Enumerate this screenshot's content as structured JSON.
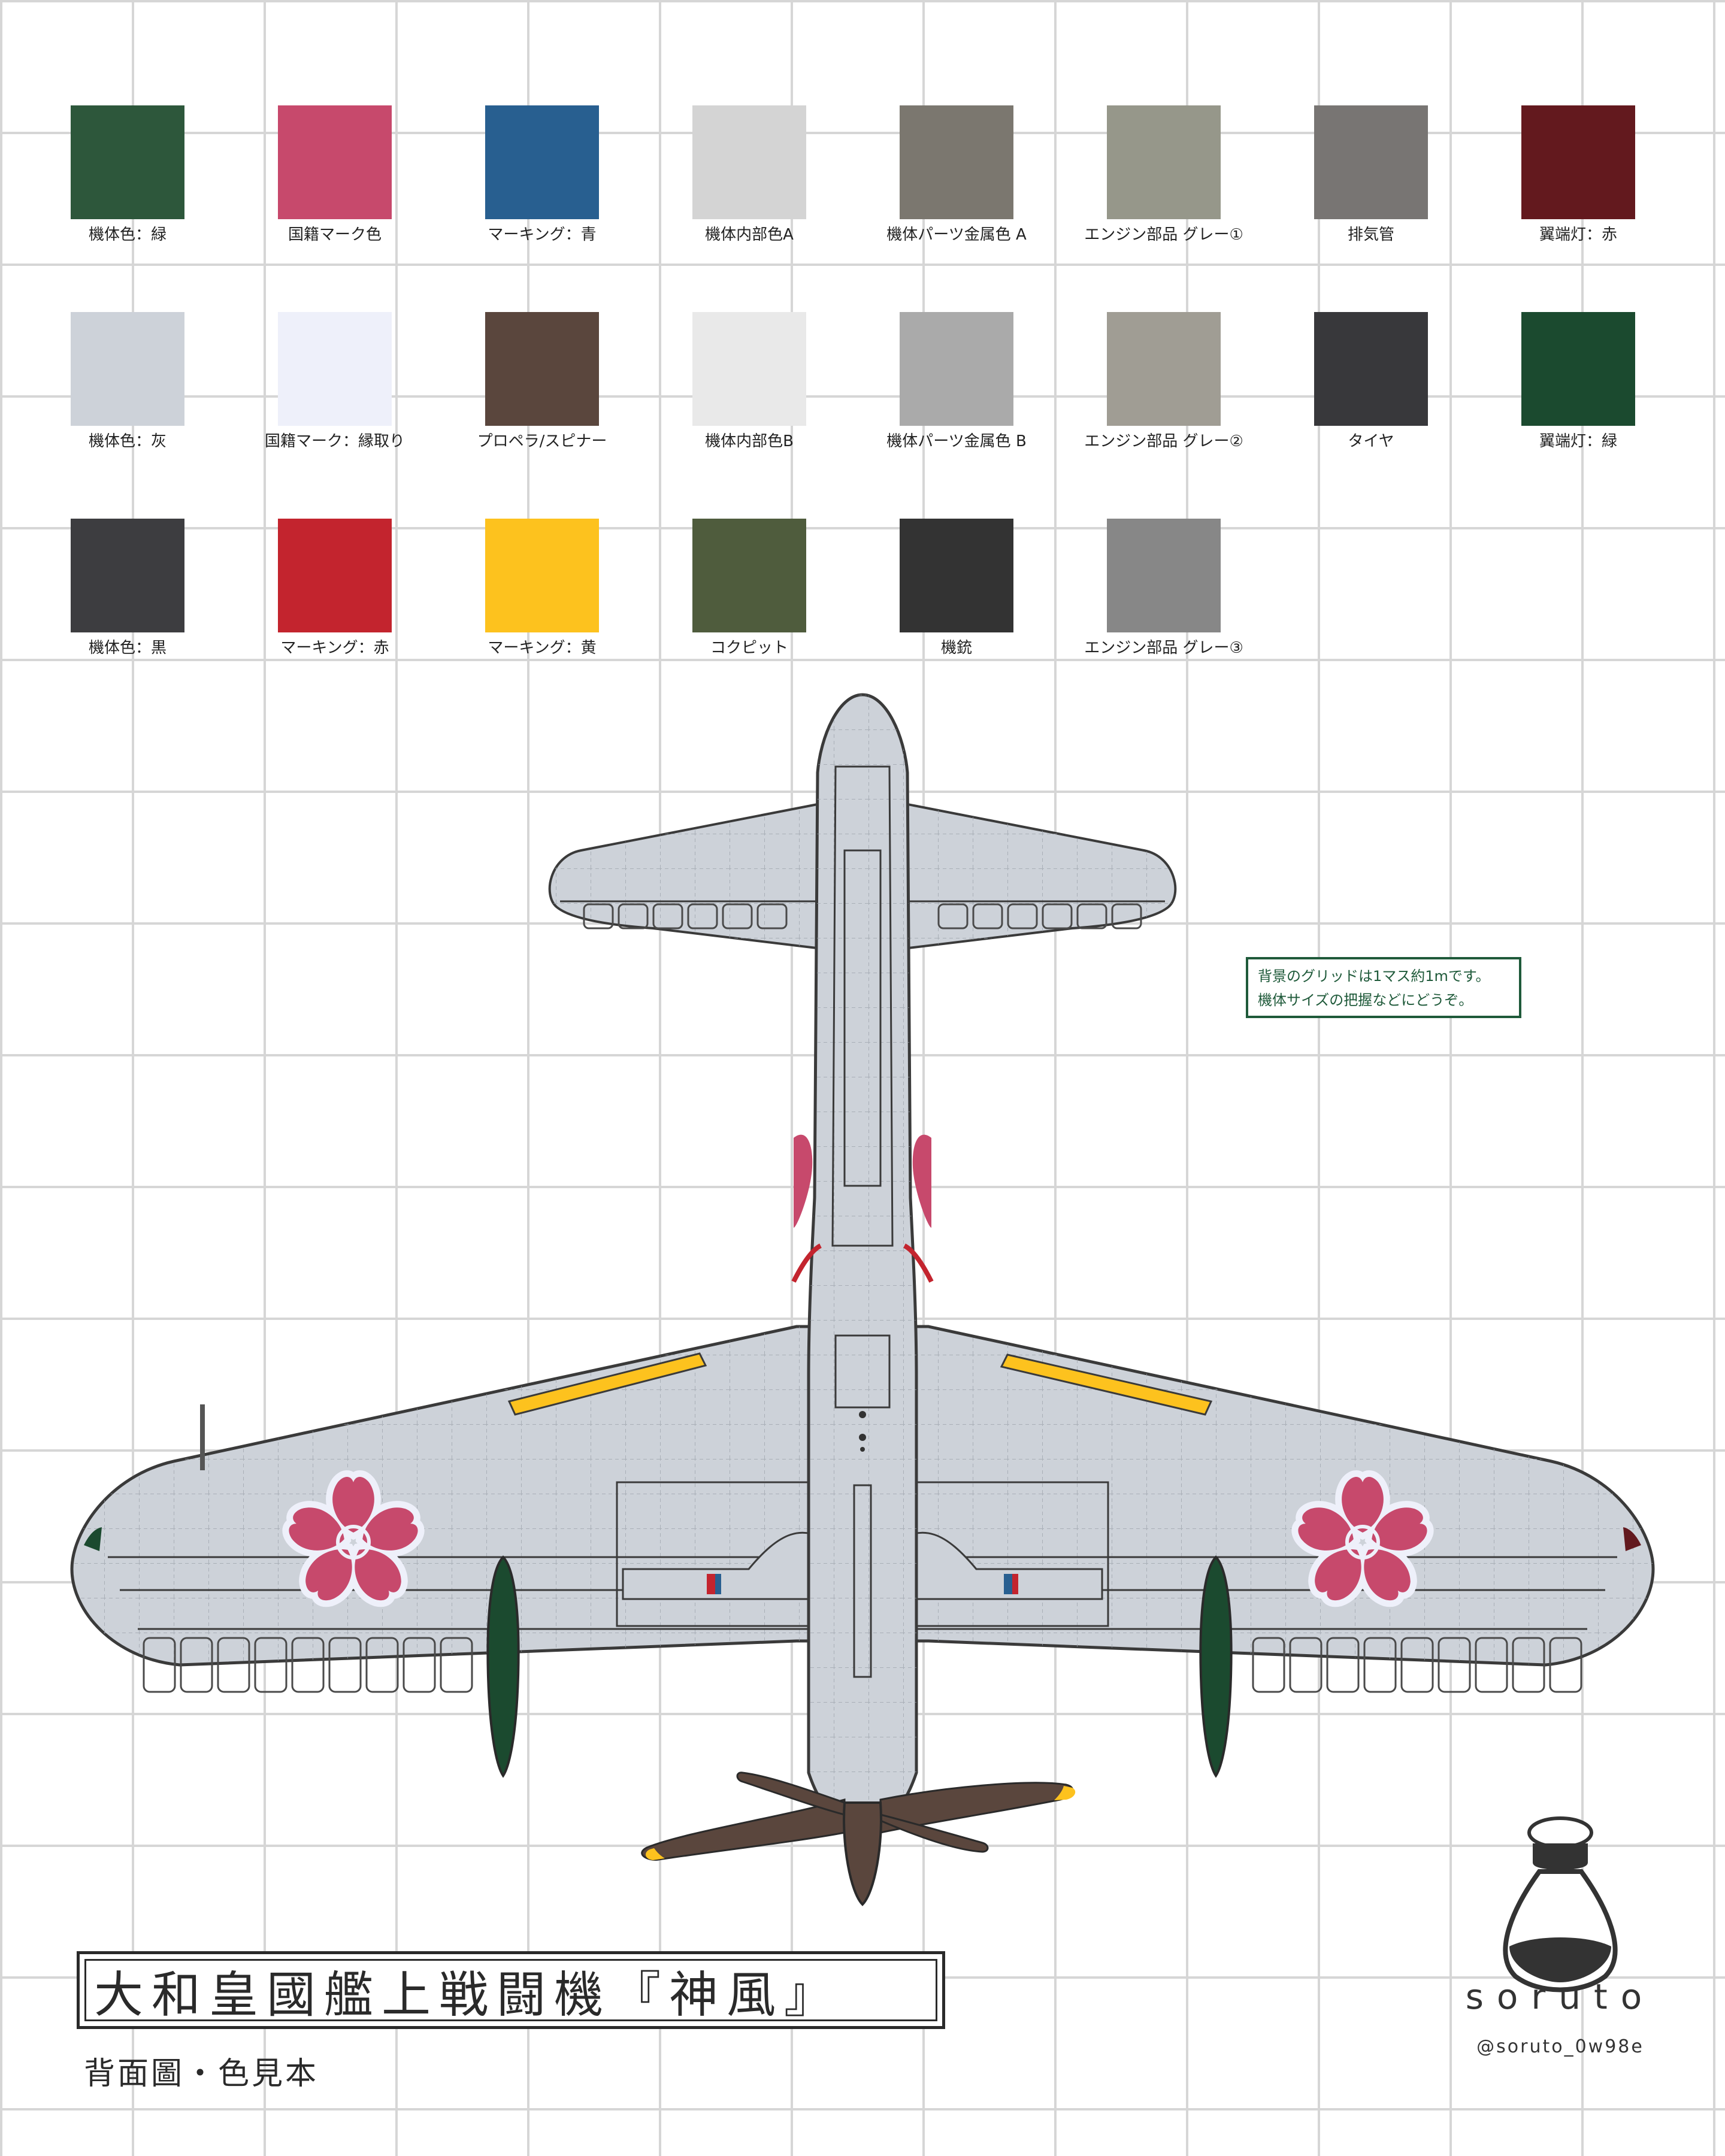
{
  "swatches": [
    {
      "label": "機体色：緑",
      "color": "#2d573b"
    },
    {
      "label": "国籍マーク色",
      "color": "#c7496c"
    },
    {
      "label": "マーキング：青",
      "color": "#285f90"
    },
    {
      "label": "機体内部色A",
      "color": "#d4d4d4"
    },
    {
      "label": "機体パーツ金属色 A",
      "color": "#7b776f"
    },
    {
      "label": "エンジン部品 グレー①",
      "color": "#96978a"
    },
    {
      "label": "排気管",
      "color": "#787573"
    },
    {
      "label": "翼端灯：赤",
      "color": "#63191e"
    },
    {
      "label": "機体色：灰",
      "color": "#cdd2d9"
    },
    {
      "label": "国籍マーク：縁取り",
      "color": "#eef0fa"
    },
    {
      "label": "プロペラ/スピナー",
      "color": "#5a463d"
    },
    {
      "label": "機体内部色B",
      "color": "#e9e9e9"
    },
    {
      "label": "機体パーツ金属色 B",
      "color": "#aaaaaa"
    },
    {
      "label": "エンジン部品 グレー②",
      "color": "#a09d94"
    },
    {
      "label": "タイヤ",
      "color": "#38383b"
    },
    {
      "label": "翼端灯：緑",
      "color": "#1b4a2f"
    },
    {
      "label": "機体色：黒",
      "color": "#3d3d40"
    },
    {
      "label": "マーキング：赤",
      "color": "#c3242e"
    },
    {
      "label": "マーキング：黄",
      "color": "#fdc21e"
    },
    {
      "label": "コクピット",
      "color": "#4f5c3d"
    },
    {
      "label": "機銃",
      "color": "#333333"
    },
    {
      "label": "エンジン部品 グレー③",
      "color": "#878787"
    }
  ],
  "note": {
    "line1": "背景のグリッドは1マス約1mです。",
    "line2": "機体サイズの把握などにどうぞ。"
  },
  "title": "大和皇國艦上戦闘機『神風』",
  "subtitle": "背面圖・色見本",
  "brand": {
    "name": "soruto",
    "handle": "@soruto_0w98e"
  },
  "colors": {
    "hull": "#cdd2d9",
    "line": "#3a3a3a",
    "marking_red": "#c3242e",
    "marking_yellow": "#fdc21e",
    "roundel": "#c7496c",
    "roundel_edge": "#eef0fa",
    "prop": "#5a463d",
    "wingtip_green": "#1b4a2f",
    "note_green": "#1f5a3a"
  }
}
